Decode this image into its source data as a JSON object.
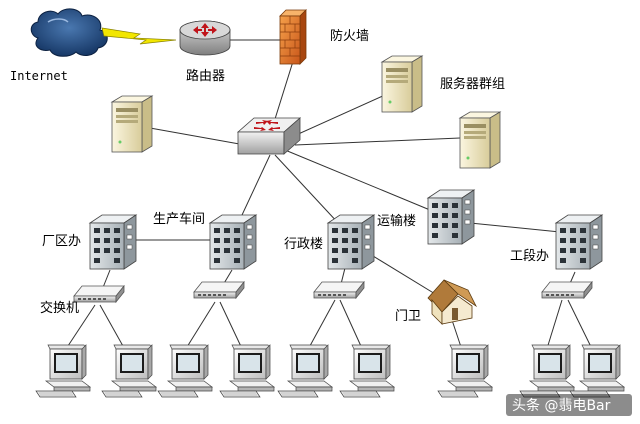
{
  "labels": {
    "internet": "Internet",
    "router": "路由器",
    "firewall": "防火墙",
    "server_group": "服务器群组",
    "production_building": "生产车间",
    "factory_office": "厂区办",
    "admin_building": "行政楼",
    "transport_building": "运输楼",
    "workshop_office": "工段办",
    "switch_label": "交换机",
    "guard_room": "门卫"
  },
  "watermark": "头条 @翡电Bar",
  "colors": {
    "line": "#333333",
    "lightning": "#f2e600",
    "firewall": "#e07b1f",
    "router": "#8b8b8b",
    "server": "#f1e9c8",
    "building": "#b8c4cc",
    "house": "#d9c8a0"
  }
}
